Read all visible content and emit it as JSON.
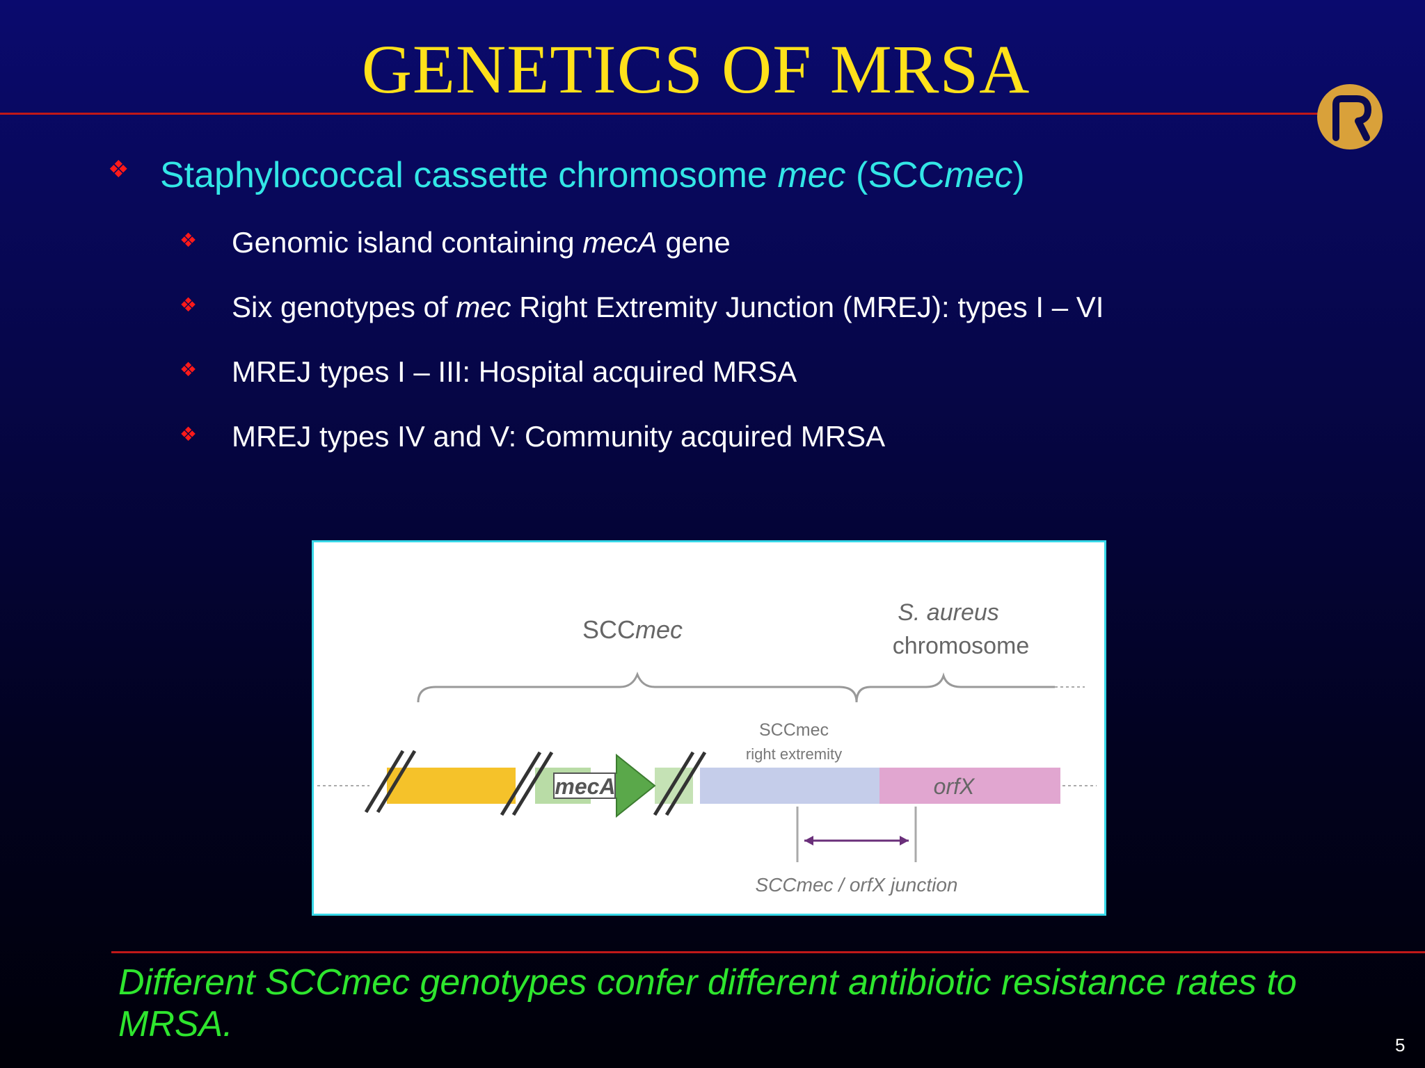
{
  "slide": {
    "title": "GENETICS OF MRSA",
    "page_number": "5"
  },
  "bullets": {
    "main": {
      "text_1": "Staphylococcal  cassette chromosome ",
      "text_2": "mec",
      "text_3": " (SCC",
      "text_4": "mec",
      "text_5": ")"
    },
    "sub": [
      {
        "pre": "Genomic island containing ",
        "em": "mecA",
        "post": " gene"
      },
      {
        "pre": "Six genotypes of ",
        "em": "mec",
        "post": " Right Extremity Junction (MREJ): types I – VI"
      },
      {
        "pre": "MREJ types I – III: Hospital acquired MRSA",
        "em": "",
        "post": ""
      },
      {
        "pre": "MREJ types IV and V: Community acquired MRSA",
        "em": "",
        "post": ""
      }
    ]
  },
  "diagram": {
    "scc_label_prefix": "SCC",
    "scc_label_em": "mec",
    "chromosome_label_1": "S. aureus",
    "chromosome_label_2": "chromosome",
    "right_extremity_line_1": "SCCmec",
    "right_extremity_line_2": "right extremity",
    "meca_label": "mecA",
    "orfx_label": "orfX",
    "junction_label": "SCCmec / orfX junction",
    "colors": {
      "yellow_segment": "#f5c22a",
      "meca_arrow": "#5aa84a",
      "right_extremity": "#c5cdea",
      "orfx": "#e1a6d0",
      "junction_arrow": "#6a2f7a"
    }
  },
  "footer": {
    "note": "Different SCCmec genotypes confer different antibiotic resistance rates to MRSA."
  },
  "colors": {
    "title": "#ffe11a",
    "main_bullet_text": "#33e6e6",
    "sub_bullet_text": "#ffffff",
    "bullet_diamond": "#ff1a1a",
    "rule": "#c01818",
    "footer_note": "#2ee62e",
    "logo_gold": "#d9a13a"
  },
  "icons": {
    "bullet": "diamond-bullet-icon",
    "logo": "reliance-logo"
  }
}
